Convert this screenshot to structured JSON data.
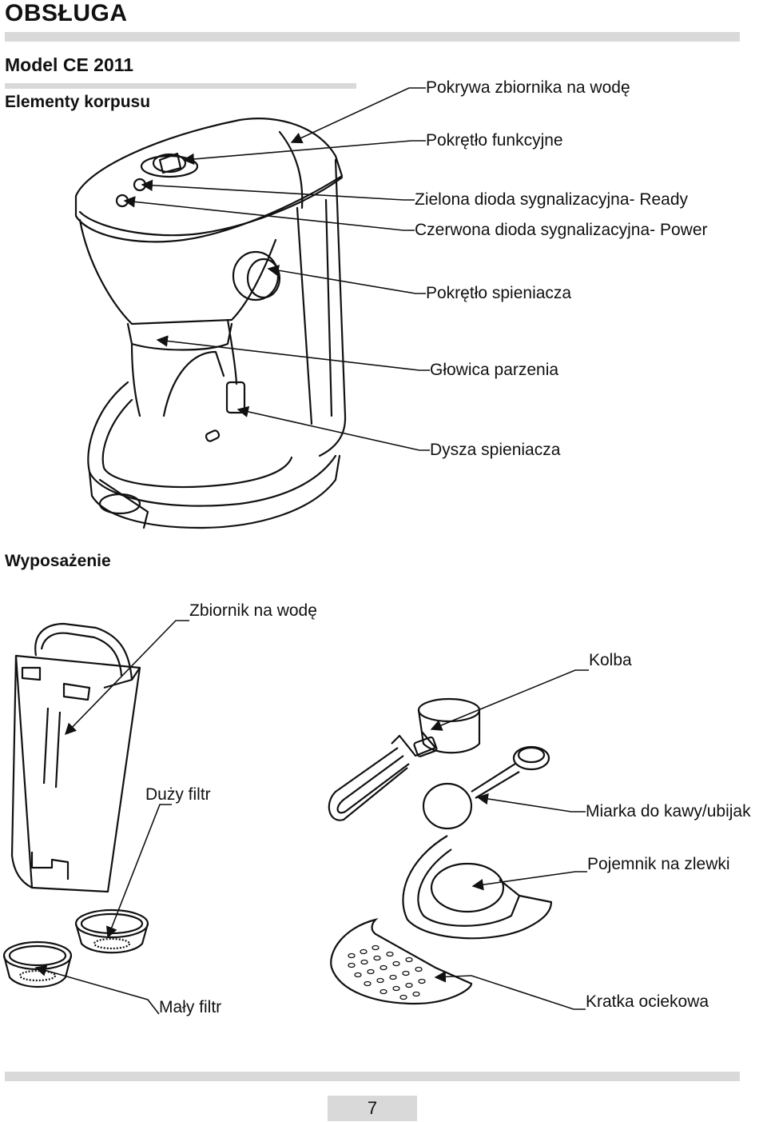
{
  "header": {
    "section_title": "OBSŁUGA",
    "model": "Model CE 2011",
    "body_elements_heading": "Elementy korpusu"
  },
  "body_labels": {
    "water_tank_lid": "Pokrywa zbiornika na wodę",
    "function_knob": "Pokrętło funkcyjne",
    "green_led": "Zielona dioda sygnalizacyjna- Ready",
    "red_led": "Czerwona dioda sygnalizacyjna- Power",
    "frother_knob": "Pokrętło spieniacza",
    "brewing_head": "Głowica parzenia",
    "frother_nozzle": "Dysza spieniacza"
  },
  "accessories": {
    "heading": "Wyposażenie",
    "water_tank": "Zbiornik na wodę",
    "portafilter": "Kolba",
    "large_filter": "Duży filtr",
    "measuring_spoon": "Miarka do kawy/ubijak",
    "drip_tray": "Pojemnik na zlewki",
    "drip_grid": "Kratka ociekowa",
    "small_filter": "Mały filtr"
  },
  "footer": {
    "page_number": "7"
  }
}
